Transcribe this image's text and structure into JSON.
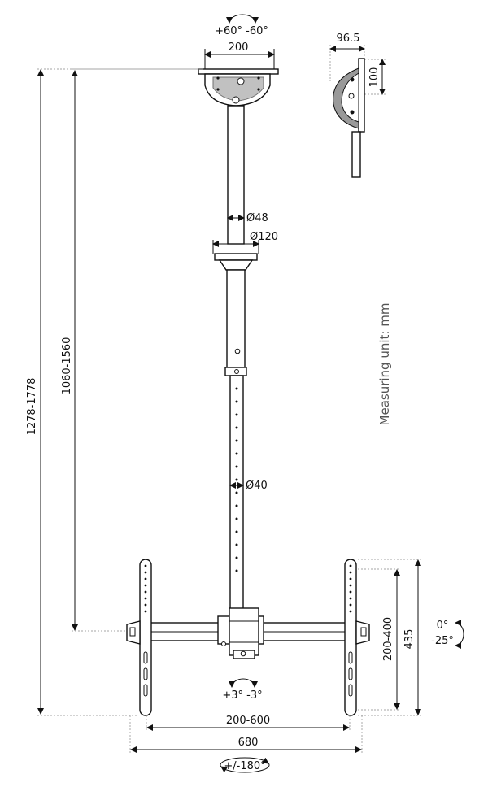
{
  "labels": {
    "rotation_top": "+60° -60°",
    "plate_width": "200",
    "side_depth": "96.5",
    "side_height": "100",
    "pole_upper_dia": "Ø48",
    "collar_dia": "Ø120",
    "pole_lower_dia": "Ø40",
    "height_inner": "1060-1560",
    "height_outer": "1278-1778",
    "unit": "Measuring unit: mm",
    "tilt": "0°\n-25°",
    "tilt_top": "0°",
    "tilt_bottom": "-25°",
    "vesa_vertical": "200-400",
    "bracket_height": "435",
    "swivel": "+3° -3°",
    "vesa_horizontal": "200-600",
    "overall_width": "680",
    "base_rotation": "+/-180°"
  }
}
